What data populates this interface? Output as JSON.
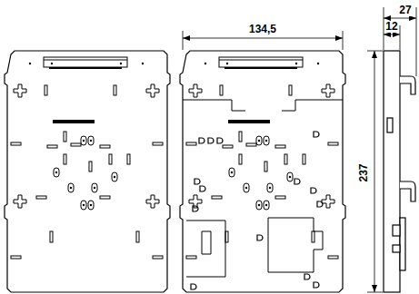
{
  "diagram": {
    "labels": [
      "134,5",
      "27",
      "12",
      "237"
    ]
  }
}
